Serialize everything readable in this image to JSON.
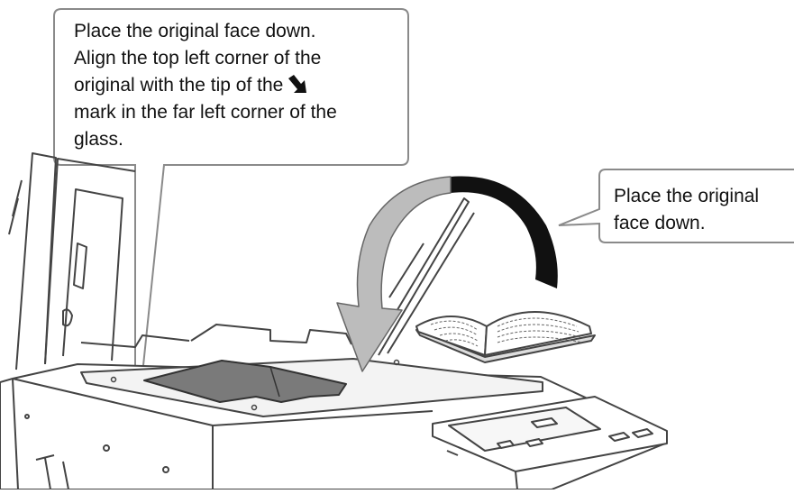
{
  "callouts": {
    "left": {
      "lines": [
        "Place the original face down.",
        "Align the top left corner of the",
        "original with the tip of the",
        "mark in the far left corner of the",
        "glass."
      ],
      "inline_icon": "corner-arrow-icon"
    },
    "right": {
      "lines": [
        "Place the original",
        "face down."
      ]
    }
  },
  "icons": [
    "corner-arrow-icon",
    "flip-arrow-icon",
    "open-book-icon",
    "placed-original-icon",
    "copier-icon"
  ],
  "colors": {
    "line": "#444444",
    "callout_border": "#8a8a8a",
    "arrow_light": "#b8b8b8",
    "arrow_dark": "#111111",
    "document_gray": "#777777",
    "glass_gray": "#e9e9e9"
  }
}
